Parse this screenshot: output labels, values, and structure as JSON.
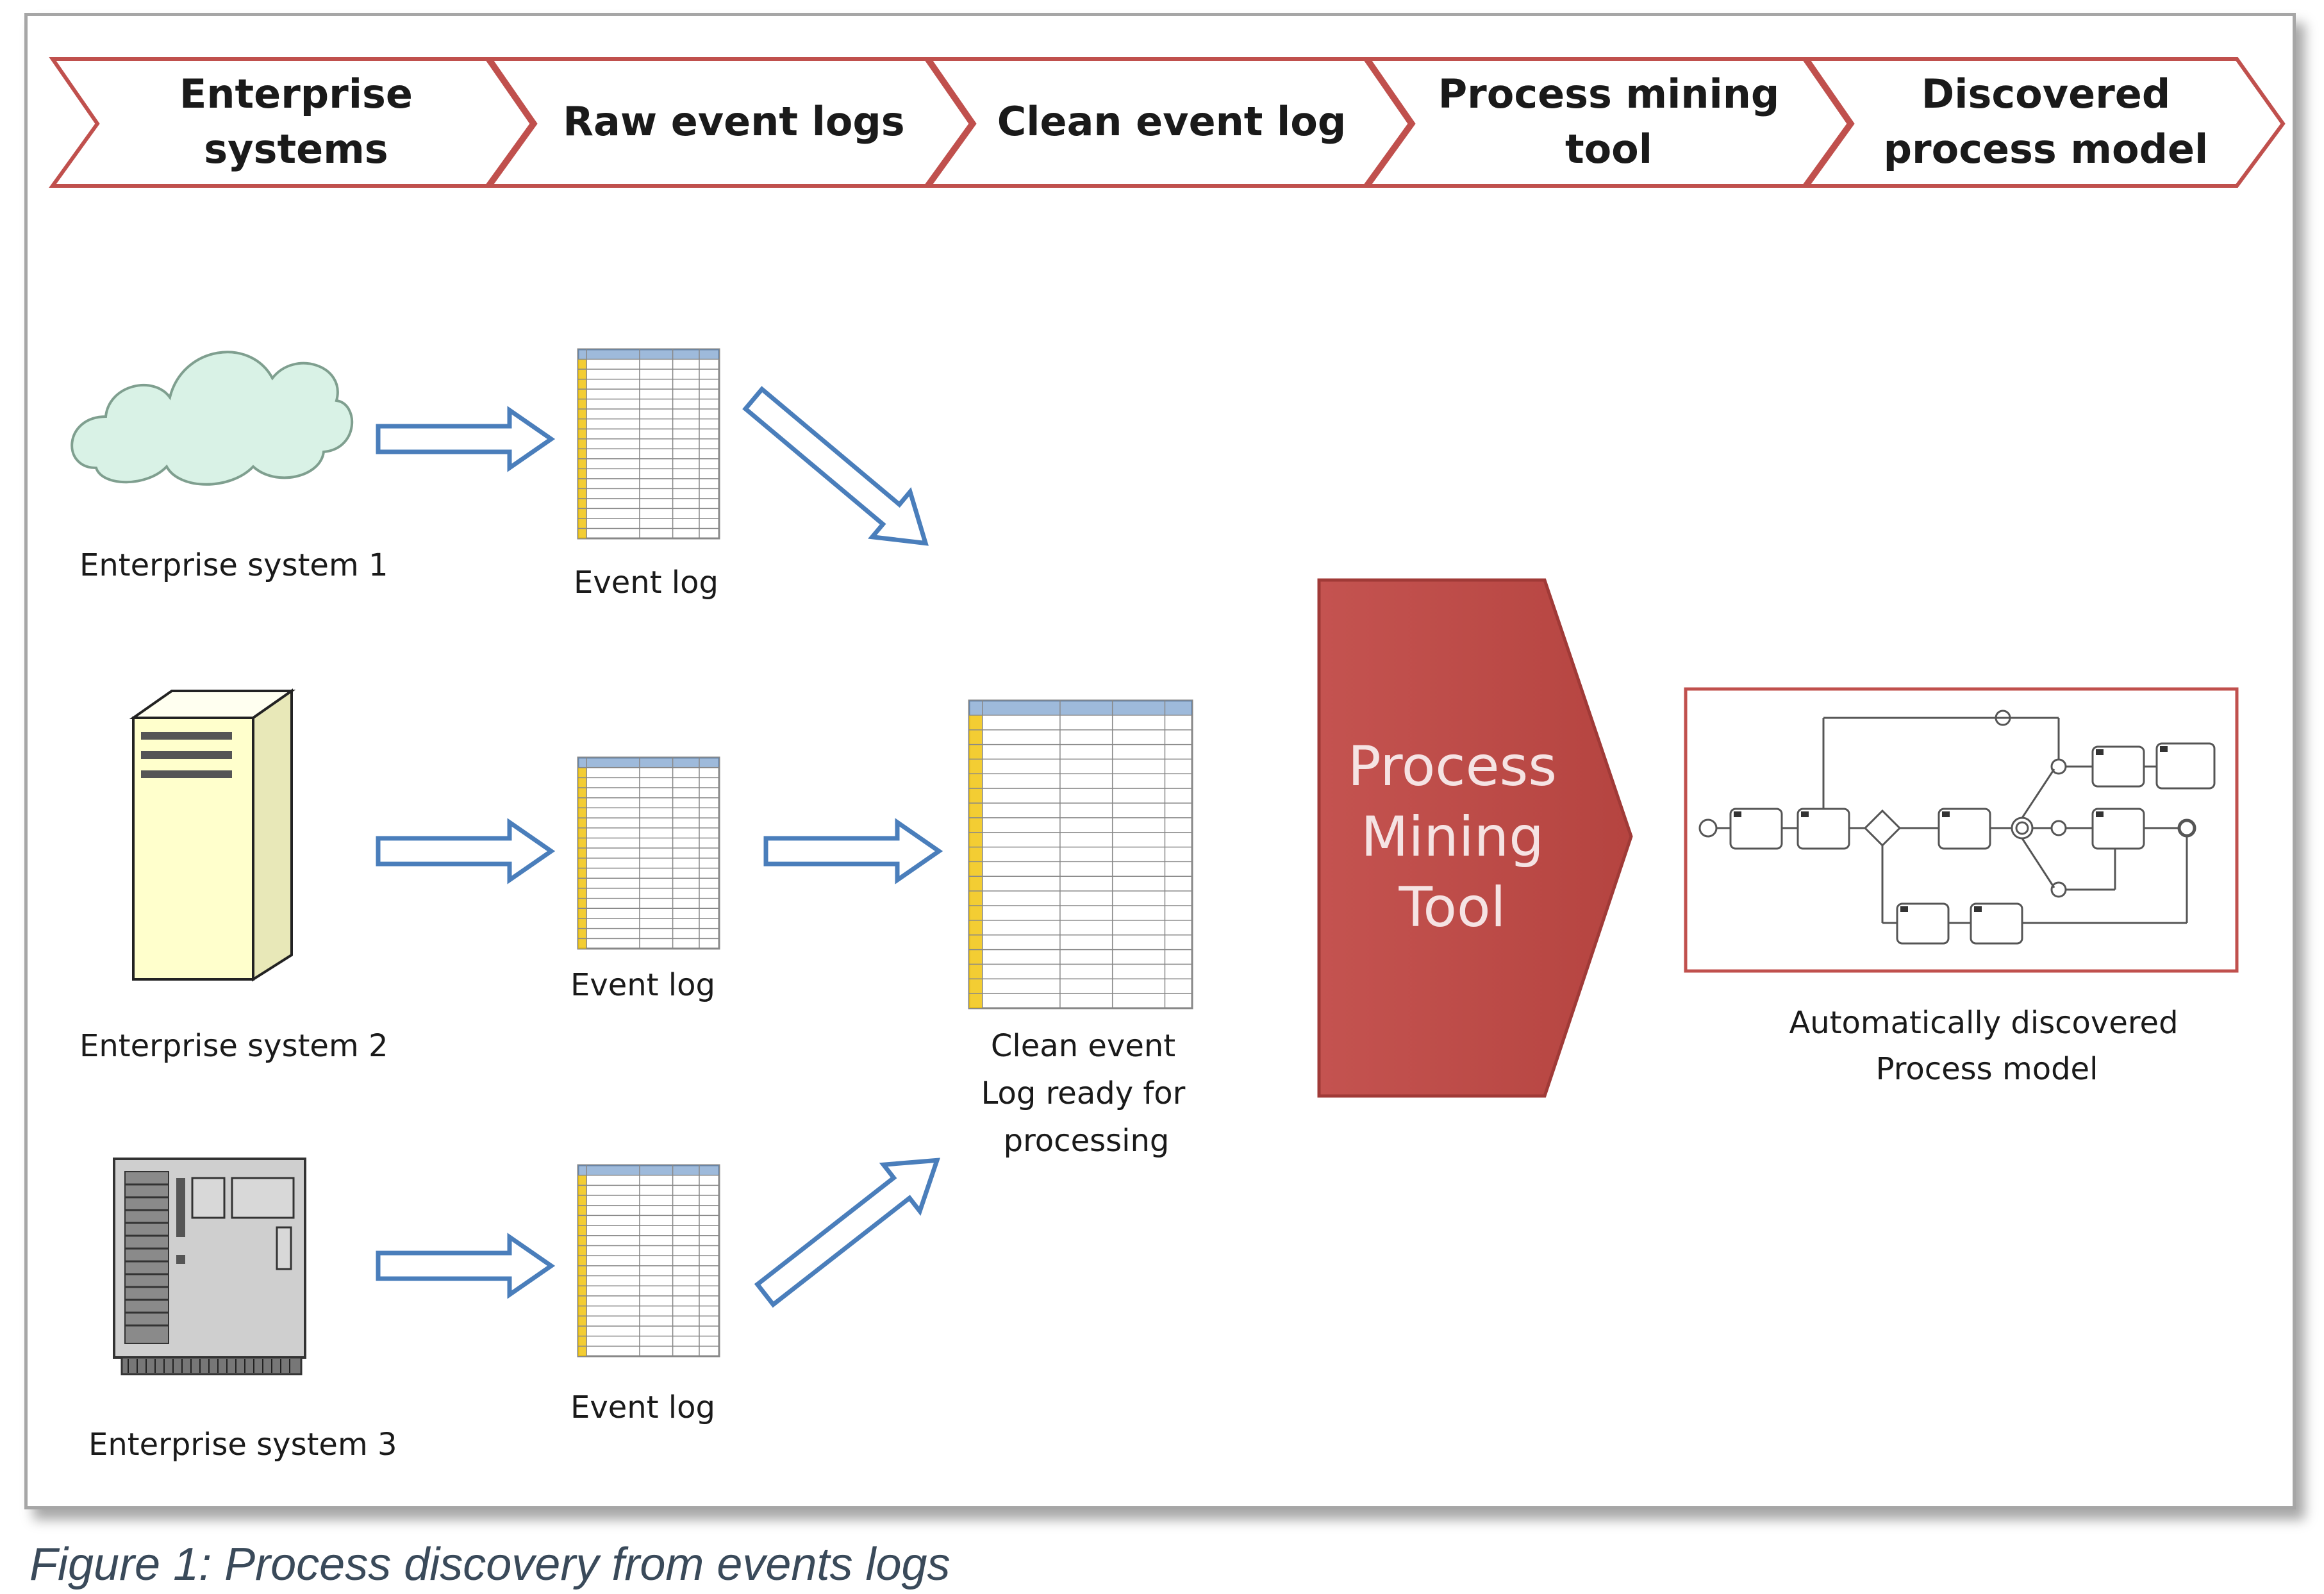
{
  "stages": [
    {
      "lines": [
        "Enterprise",
        "systems"
      ]
    },
    {
      "lines": [
        "Raw event logs"
      ]
    },
    {
      "lines": [
        "Clean event log"
      ]
    },
    {
      "lines": [
        "Process mining",
        "tool"
      ]
    },
    {
      "lines": [
        "Discovered",
        "process model"
      ]
    }
  ],
  "systems": [
    {
      "label": "Enterprise system 1"
    },
    {
      "label": "Enterprise system 2"
    },
    {
      "label": "Enterprise system 3"
    }
  ],
  "event_log_label": "Event log",
  "clean_log": {
    "lines": [
      "Clean event",
      "Log ready for",
      "processing"
    ]
  },
  "tool": {
    "lines": [
      "Process",
      "Mining",
      "Tool"
    ]
  },
  "model": {
    "lines": [
      "Automatically discovered",
      "Process model"
    ]
  },
  "caption": "Figure 1: Process discovery from events logs",
  "colors": {
    "chevron_border": "#c0504d",
    "tool_fill": "#be4b48",
    "arrow": "#4a7ebb",
    "cloud": "#d9f2e6",
    "server": "#ffffcc",
    "log_header": "#4f81bd",
    "log_index": "#f0c000"
  }
}
